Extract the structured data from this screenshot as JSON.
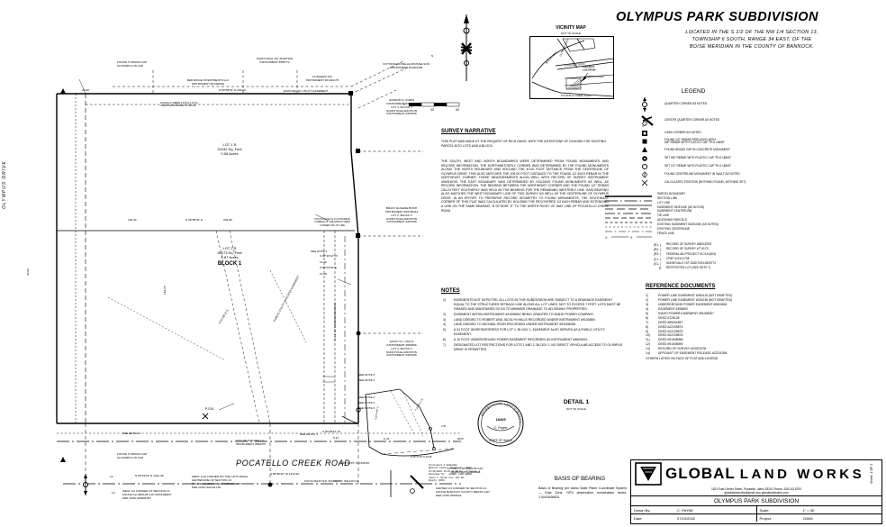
{
  "title": {
    "main": "OLYMPUS PARK SUBDIVISION",
    "subtitle_lines": [
      "LOCATED IN THE S 1/2 OF THE NW 1/4 SECTION 13,",
      "TOWNSHIP 6 SOUTH, RANGE 34 EAST, OF THE",
      "BOISE MERIDIAN IN THE COUNTY OF BANNOCK."
    ]
  },
  "vicinity_map": {
    "label": "VICINITY MAP",
    "sublabel": "NOT TO SCALE",
    "streets": [
      "BENCH ROAD",
      "OLYMPUS DRIVE",
      "S. FAIRWAY DRIVE",
      "OMEGA STREET",
      "POCATELLO CREEK ROAD"
    ],
    "project_label": "PROJECT\nLOCATION"
  },
  "legend": {
    "heading": "LEGEND",
    "symbol_items": [
      {
        "symbol": "quarter-corner",
        "text": "QUARTER CORNER AS NOTED"
      },
      {
        "symbol": "center-quarter-corner",
        "text": "CENTER QUARTER CORNER AS NOTED"
      },
      {
        "symbol": "sixteenth-corner",
        "text": "1/16th CORNER AS NOTED"
      },
      {
        "symbol": "found-rebar-replaced",
        "text": "FOUND 1/2\" REBAR  REPLACED WITH\n5/8\" REBAR WITH PLASTIC CAP \"PLS 18405\""
      },
      {
        "symbol": "found-brass-cap",
        "text": "FOUND BRASS CAP IN CONCRETE MONUMENT"
      },
      {
        "symbol": "set-58-rebar",
        "text": "SET 5/8\" REBAR WITH PLASTIC CAP \"PLS 18405\""
      },
      {
        "symbol": "set-12-rebar",
        "text": "SET 1/2\" REBAR WITH PLASTIC CAP \"PLS 18405\""
      },
      {
        "symbol": "found-centerline-monument",
        "text": "FOUND CENTERLINE MONUMENT IN VAULT AS NOTED"
      },
      {
        "symbol": "calculated-position",
        "text": "CALCULATED POSITION (NOTHING FOUND, NOTHING SET)"
      }
    ],
    "line_items": [
      {
        "style": "parcel",
        "text": "PARCEL BOUNDARY"
      },
      {
        "style": "section",
        "text": "SECTION LINE"
      },
      {
        "style": "lot",
        "text": "LOT LINE"
      },
      {
        "style": "easement-side",
        "text": "EASEMENT SIDELINE (AS NOTED)"
      },
      {
        "style": "easement-center",
        "text": "EASEMENT CENTERLINE"
      },
      {
        "style": "tie",
        "text": "TIE LINE"
      },
      {
        "style": "adjoining",
        "text": "ADJOINING PARCELS"
      },
      {
        "style": "existing-easement",
        "text": "EXISTING EASEMENT SIDELINE (AS NOTED)"
      },
      {
        "style": "existing-centerline",
        "text": "EXISTING CENTERLINE"
      },
      {
        "style": "fence",
        "text": "FENCE LINE"
      }
    ],
    "ref_items": [
      {
        "symbol": "(R1- )",
        "text": "RECORD OF SURVEY #9601879S"
      },
      {
        "symbol": "(R2- )",
        "text": "RECORD OF SURVEY #77417S"
      },
      {
        "symbol": "(R3- )",
        "text": "FEDERAL AID PROJECT M-7411(001)"
      },
      {
        "symbol": "(C1- )",
        "text": "CP&F #22121738"
      },
      {
        "symbol": "(S1- )",
        "text": "SUNNYVALE 1ST ADDITION #505772"
      },
      {
        "symbol": "R",
        "text": "RESTRICTED LOT (SEE NOTE 7)"
      }
    ]
  },
  "survey_narrative": {
    "heading": "SURVEY NARRATIVE",
    "paragraphs": [
      "THIS PLAT WAS MADE AT THE REQUEST OF RICH DAVIS, WITH THE INTENTIONS OF DIVIDING THE EXISTING PARCEL INTO LOTS AND A BLOCK.",
      "THE SOUTH, WEST AND NORTH BOUNDARIES WERE DETERMINED FROM FOUND MONUMENTS AND RECORD INFORMATION.  THE NORTHWESTERLY CORNER WAS DETERMINED BY THE FOUND MONUMENTS ALONG THE NORTH BOUNDARY AND HOLDING THE 40.00 FOOT DISTANCE FROM THE CENTERLINE OF OLYMPUS DRIVE.  THIS ALSO MATCHED THE 209.00 FOOT DISTANCE TO THE FOUND 1/2 INCH REBAR IN THE NORTHEAST CORNER.  THESE MEASUREMENTS ALIGN WELL WITH RECORD OF SURVEY INSTRUMENT #9601879S.  THE EAST BOUNDARY WAS DETERMINED BY HOLDING FOUND MONUMENTS AS WELL AS RECORD INFORMATION.  THE BEARING BETWEEN THE NORTHEAST CORNER AND THE FOUND 1/2\" REBAR 154.24 FEET SOUTHERLY WAS HELD AS THE BEARING FOR THE REMAINING WESTERLY LINE.  SAID BEARING ALSO MATCHED THE WEST BOUNDARY LINE OF THIS SURVEY AS WELL AS THE CENTERLINE OF OLYMPUS DRIVE.  IN AN EFFORT TO PRESERVE RECORD GEOMETRY TO FOUND MONUMENTS, THE SOUTHEAST CORNER OF THIS PLAT WAS CALCULATED BY HOLDING THE RECOVERED 1/2 INCH REBAR AND EXTENDING A LINE ON THE SAME BEARING \"S 00°04'06\" E\" TO THE NORTH RIGHT OF WAY LINE OF POCATELLO CREEK ROAD."
    ]
  },
  "notes": {
    "heading": "NOTES",
    "items": [
      "EASEMENTS NOT DEPICTED. ALL LOTS IN THIS SUBDIVISION ARE SUBJECT TO A DRAINAGE EASEMENT EQUAL TO THE STRUCTURES SETBACK LINE ALONG ALL LOT LINES, NOT TO EXCEED 7 FEET.  LOTS MUST BE GRADED AND MAINTAINED SO AS TO MINIMIZE DRAINAGE TO ADJOINING PROPERTIES.",
      "EASEMENT WITHIN INSTRUMENT #91008057 BEING GRANTED TO IDAHO POWER COMPANY.",
      "LAND DEEDED TO ROBERT AND JACKLYN MILLS RECORDED UNDER INSTRUMENT #9100859.",
      "LAND DEEDED TO MICHAEL ROSH RECORDED UNDER INSTRUMENT #91008058.",
      "A 24 FOOT INGRESS/EGRESS FOR LOT 1, BLOCK 1.  EASEMENT ALSO SERVES AS A PUBLIC UTILITY EASEMENT.",
      "A 10 FOOT UNDERGROUND POWER EASEMENT RECORDED AS INSTRUMENT #9600634.",
      "DESIGNATED LOT RESTRICTIONS FOR LOTS 1 AND 2, BLOCK 1. NO DIRECT VEHICULAR ACCESS TO OLYMPUS DRIVE IS PERMITTED."
    ]
  },
  "reference_documents": {
    "heading": "REFERENCE DOCUMENTS",
    "items": [
      {
        "num": "1)",
        "text": "POWER LINE EASEMENT #262410 (NOT DRAFTED)"
      },
      {
        "num": "2)",
        "text": "POWER LINE EASEMENT #024238 (NOT DRAFTED)"
      },
      {
        "num": "3)",
        "text": "UNDERGROUND POWER EASEMENT #9600634"
      },
      {
        "num": "4)",
        "text": "EASEMENT #355800"
      },
      {
        "num": "5)",
        "text": "IDAHO POWER EASEMENT #91008057"
      },
      {
        "num": "6)",
        "text": "DEED #725128"
      },
      {
        "num": "7)",
        "text": "DEED #95001897"
      },
      {
        "num": "8)",
        "text": "DEED #22109874"
      },
      {
        "num": "9)",
        "text": "DEED #22109875"
      },
      {
        "num": "10)",
        "text": "DEED #22109876"
      },
      {
        "num": "11)",
        "text": "DEED #91008058"
      },
      {
        "num": "12)",
        "text": "DEED #91008059"
      },
      {
        "num": "13)",
        "text": "RECORD OF SURVEY #20321378"
      },
      {
        "num": "14)",
        "text": "AFFIDAVIT OF EASEMENT RELEASE #22211084"
      }
    ],
    "footer": "OTHERS LISTED ON FACE OF PLAT AND LEGEND"
  },
  "plat": {
    "lot1": {
      "name": "LOT 1 R",
      "area_sf": "24232 Sq. Feet",
      "area_ac": "0.56 Acres"
    },
    "lot2": {
      "name": "LOT 2 R",
      "area_sf": "38173 Sq. Feet",
      "area_ac": "0.87 Acres",
      "block": "BLOCK 1"
    },
    "street_left": "OLYMPUS DRIVE",
    "street_bottom": "POCATELLO CREEK ROAD",
    "pob": "P.O.B.",
    "adjacent_owners": [
      {
        "name": "RED RIDGE INVESTMENTS LLC",
        "instrument": "INSTRUMENT #21400661"
      },
      {
        "name": "SUNNYVALE 1ST ADDITION",
        "instrument": "INSTRUMENT #505772"
      },
      {
        "name": "CLINGERS INC",
        "instrument": "INSTRUMENT #21404175"
      },
      {
        "name": "VICTORIA RICHELLE MICHAELSON",
        "instrument": "INSTRUMENT #21504305"
      },
      {
        "name": "GORDON F. JONES",
        "instrument": "INSTRUMENT #430020",
        "lot": "LOT 3, BLOCK 3",
        "sub": "SUNNYVALE ADDITION",
        "sub_instrument": "INSTRUMENT #367998"
      },
      {
        "name": "BRADY EUGENE BOSH",
        "instrument": "INSTRUMENT #20728314",
        "lot": "LOT 2, BLOCK 3",
        "sub": "SUNNYVALE ADDITION",
        "sub_instrument": "INSTRUMENT #367998"
      },
      {
        "name": "JACKLYN J. MILLS",
        "instrument": "INSTRUMENT #652806",
        "lot": "LOT 1, BLOCK 3",
        "sub": "SUNNYVALE ADDITION",
        "sub_instrument": "INSTRUMENT #367998"
      },
      {
        "name": "CITY OF POCATELLO",
        "instrument": "INSTRUMENT #898475"
      }
    ],
    "monument_callouts": [
      {
        "lines": [
          "FOUND 3\" BRASS CAP",
          "NO MARKS ON CAP"
        ],
        "pos": "top-left"
      },
      {
        "lines": [
          "FOUND 3\" BRASS CAP",
          "NO MARKS ON CAP"
        ],
        "pos": "bottom-left"
      },
      {
        "lines": [
          "FOUND 1/2\" REBAR 0.04'N & 0.12' OF",
          "COMPUTED BOUNDARY POSITION"
        ],
        "pos": "north-line"
      },
      {
        "lines": [
          "POSITION FALLS IN CONCRETE",
          "CURBING AT THE STRUCTURES",
          "CORNER ON LOT LINE"
        ],
        "pos": "mid-right"
      },
      {
        "lines": [
          "FOUND 2\" ALUMINUM CAP",
          "MARKINGS ILLEGIBLE"
        ],
        "pos": "bottom-center"
      },
      {
        "lines": [
          "WEST 1/16 CORNER ON THE LATITUDINAL",
          "CENTERLINE OF SECTION 13",
          "FOUND ALUMINUM CAP MONUMENT",
          "PER CP&F #22121738"
        ],
        "pos": "bottom"
      },
      {
        "lines": [
          "WEST 1/4 CORNER OF SECTION 13",
          "FOUND ALUMINUM CAP MONUMENT",
          "PER CP&F #20601387"
        ],
        "pos": "bottom-left-corner"
      },
      {
        "lines": [
          "CENTER 1/4 CORNER OF SECTION 13",
          "FOUND BANNOCK COUNTY BRASS CAP",
          "PER CP&F #653043"
        ],
        "pos": "bottom-right-corner"
      }
    ],
    "note_refs": [
      "SEE NOTE 4",
      "SEE NOTE 2",
      "SEE NOTE 3",
      "SEE DETAIL 1"
    ],
    "basis_label": "MONUMENTED BASIS OF BEARING",
    "section_numbers": [
      "14",
      "13"
    ],
    "easement_label": "EXISTING 10' UTILITY EASEMENT",
    "bearings": [
      "N 89°58'04\" E  209.00'",
      "S 00°04'06\" E  154.24'",
      "N 89°58'04\" E  1012.48'",
      "S 89°56'15\" W  1368.56'",
      "S 89°56'22\" W  1312.99'",
      "S 00°47'49\" E  43.50'",
      "S 00°00'51\" W  5.41'",
      "S 00°20'12\" W  11.44'",
      "S 00°04'06\" E  21.58'"
    ],
    "distances": [
      "40.00'",
      "150.44'",
      "209.00'",
      "39.00'",
      "2.40'",
      "11.44'",
      "21.58'",
      "5.41'",
      "43.50'",
      "154.24'"
    ]
  },
  "detail": {
    "label": "DETAIL 1",
    "sublabel": "NOT TO SCALE"
  },
  "scale_bar": {
    "ticks": [
      "0'",
      "30'",
      "60'"
    ]
  },
  "instrument_stamp": {
    "lines": [
      "Instrument # 22212468",
      "Bannock County, Pocatello, Idaho",
      "07/20/2022 10:24  11:00  No. of Pages: 1",
      "Recorded for : GLOBAL LAND WORKS",
      "Jason C. Dixon  Fee: $17.00",
      "Deputy  (PAR)"
    ]
  },
  "basis_of_bearing": {
    "heading": "BASIS OF BEARING",
    "text": "Basis of Bearing per Idaho State Plane Coordinate System — East Zone.  GPS observation combination factor: 1.0002646820."
  },
  "seal": {
    "top": "PROFESSIONAL LAND SURVEYOR",
    "state": "STATE OF IDAHO",
    "number": "18405",
    "name": "C. PAYNE"
  },
  "title_block": {
    "company_primary": "GLOBAL",
    "company_secondary": "LAND WORKS",
    "address": "1823 East Center Street, Pocatello, Idaho 83201 Phone: 208.242.8753",
    "email": "globallandworks@gmail.com      globallandworks.com",
    "project_name": "OLYMPUS PARK SUBDIVISION",
    "fields": [
      {
        "label": "Drawn By:",
        "value": "C. PAYNE"
      },
      {
        "label": "Scale:",
        "value": "1\" = 30'"
      },
      {
        "label": "Date:",
        "value": "07/19/2022"
      },
      {
        "label": "Project:",
        "value": "22006"
      }
    ],
    "sheet": "Sheet:  1 OF 3"
  }
}
